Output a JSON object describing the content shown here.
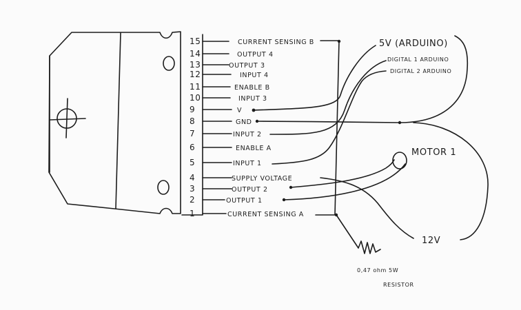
{
  "pins": [
    {
      "num": "15",
      "label": "CURRENT SENSING B"
    },
    {
      "num": "14",
      "label": "OUTPUT 4"
    },
    {
      "num": "13",
      "label": "OUTPUT 3"
    },
    {
      "num": "12",
      "label": "INPUT 4"
    },
    {
      "num": "11",
      "label": "ENABLE B"
    },
    {
      "num": "10",
      "label": "INPUT 3"
    },
    {
      "num": "9",
      "label": "V"
    },
    {
      "num": "8",
      "label": "GND"
    },
    {
      "num": "7",
      "label": "INPUT 2"
    },
    {
      "num": "6",
      "label": "ENABLE A"
    },
    {
      "num": "5",
      "label": "INPUT 1"
    },
    {
      "num": "4",
      "label": "SUPPLY VOLTAGE"
    },
    {
      "num": "3",
      "label": "OUTPUT 2"
    },
    {
      "num": "2",
      "label": "OUTPUT 1"
    },
    {
      "num": "1",
      "label": "CURRENT SENSING A"
    }
  ],
  "labels": {
    "five_v": "5V (ARDUINO)",
    "digital1": "DIGITAL 1 ARDUINO",
    "digital2": "DIGITAL 2 ARDUINO",
    "motor": "MOTOR 1",
    "twelve_v": "12V",
    "resistor_line1": "0,47 ohm 5W",
    "resistor_line2": "RESISTOR"
  }
}
